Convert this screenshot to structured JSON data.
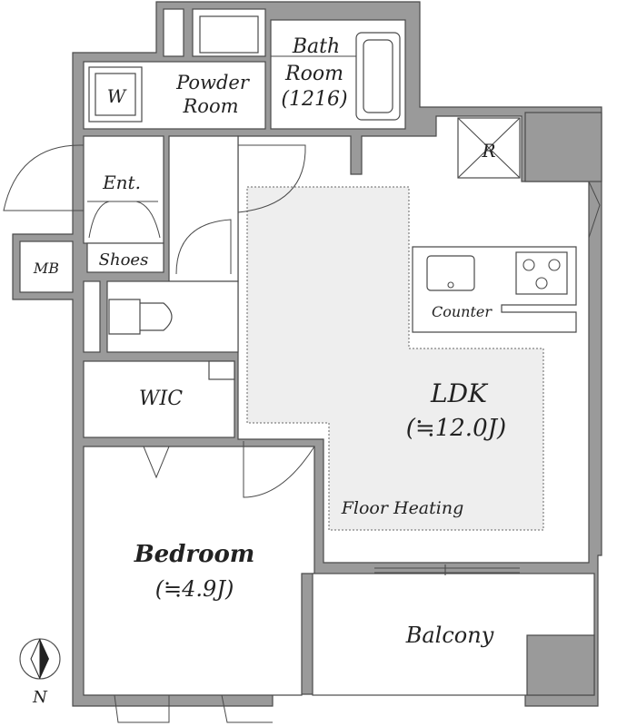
{
  "rooms": {
    "bath": {
      "line1": "Bath",
      "line2": "Room",
      "line3": "(1216)"
    },
    "powder": {
      "line1": "Powder",
      "line2": "Room"
    },
    "washer": "W",
    "refrigerator": "R",
    "entrance": "Ent.",
    "shoes": "Shoes",
    "meter_box": "MB",
    "counter": "Counter",
    "ldk": {
      "name": "LDK",
      "size": "(≒12.0J)"
    },
    "floor_heating": "Floor Heating",
    "wic": "WIC",
    "bedroom": {
      "name": "Bedroom",
      "size": "(≒4.9J)"
    },
    "balcony": "Balcony"
  },
  "compass": {
    "label": "N"
  }
}
